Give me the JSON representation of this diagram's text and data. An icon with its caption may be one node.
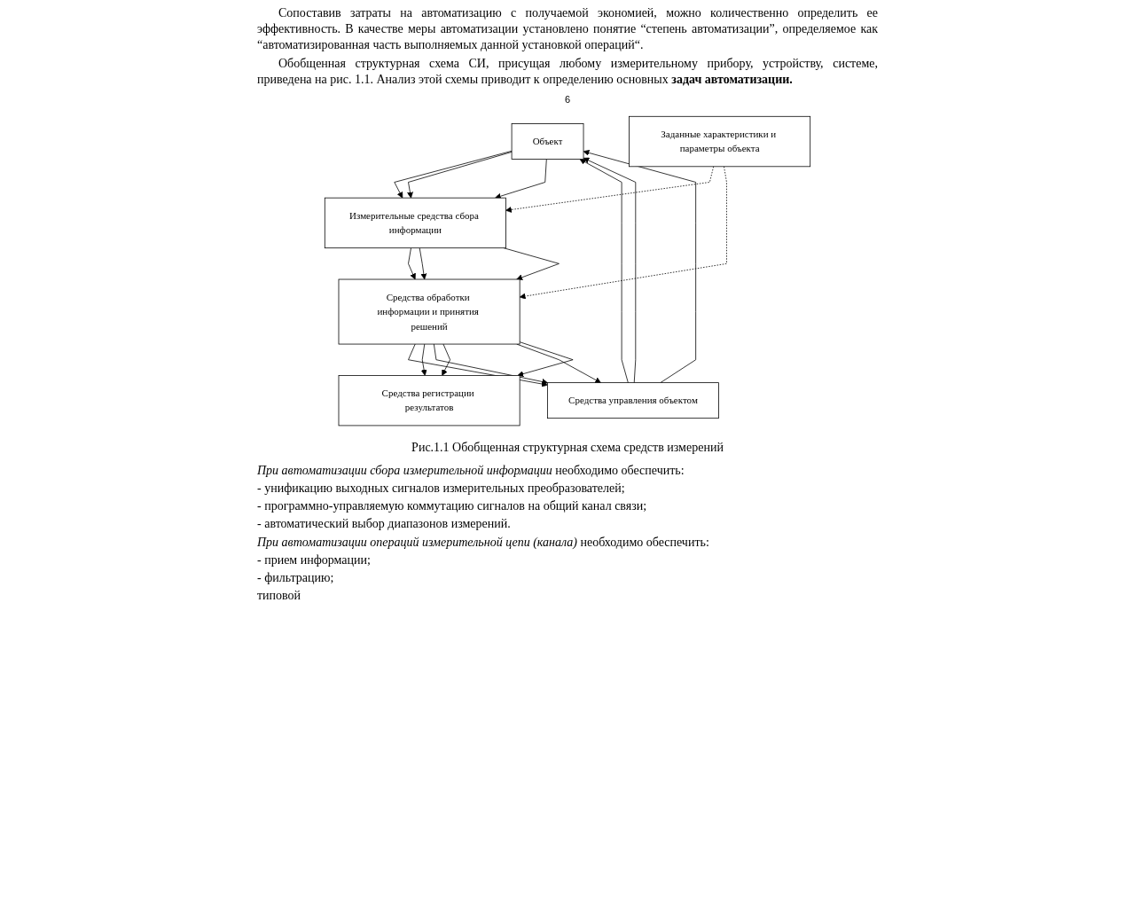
{
  "diagram": {
    "caption": "Рис.1.1 Обобщенная структурная схема средств измерений",
    "nodes": [
      {
        "text": [
          "Объект"
        ]
      },
      {
        "text": [
          "Измерительные средства сбора информации"
        ]
      },
      {
        "text": [
          "Заданные характеристики и параметры объекта"
        ]
      },
      {
        "text": [
          "Средства обработки информации и принятия решений"
        ]
      },
      {
        "text": [
          "Средства управления объектом"
        ]
      },
      {
        "text": [
          "Средства регистрации результатов"
        ]
      }
    ],
    "edges": [
      {
        "from": 0,
        "to": 1,
        "arrow": "to"
      },
      {
        "from": 0,
        "to": 1,
        "arrow": "to"
      },
      {
        "from": 0,
        "to": 1,
        "arrow": "to"
      },
      {
        "from": 1,
        "to": 3,
        "arrow": "to"
      },
      {
        "from": 1,
        "to": 3,
        "arrow": "to"
      },
      {
        "from": 1,
        "to": 3,
        "arrow": "to"
      },
      {
        "from": 2,
        "to": 1,
        "arrow": "to",
        "style": "dashed"
      },
      {
        "from": 2,
        "to": 3,
        "arrow": "to",
        "style": "dashed"
      },
      {
        "from": 4,
        "to": 0,
        "arrow": "to"
      },
      {
        "from": 4,
        "to": 0,
        "arrow": "to"
      },
      {
        "from": 4,
        "to": 0,
        "arrow": "to"
      },
      {
        "from": 3,
        "to": 4,
        "arrow": "to"
      },
      {
        "from": 3,
        "to": 5,
        "arrow": "to"
      },
      {
        "from": 3,
        "to": 4,
        "arrow": "to"
      },
      {
        "from": 3,
        "to": 5,
        "arrow": "to"
      },
      {
        "from": 3,
        "to": 4,
        "arrow": "to"
      },
      {
        "from": 3,
        "to": 5,
        "arrow": "to"
      }
    ],
    "labels": [
      "Сопоставив затраты на автоматизацию с получаемой экономией, можно количественно определить ее эффективность. В качестве меры автоматизации установлено понятие “степень автоматизации”, определяемое как “автоматизированная часть выполняемых данной установкой операций“.",
      "Обобщенная структурная схема СИ, присущая любому измерительному прибору, устройству, системе, приведена на рис. 1.1. Анализ этой схемы приводит к определению основных **задач автоматизации.**",
      "6",
      "*При автоматизации сбора измерительной информации* необходимо обеспечить:",
      "- унификацию выходных сигналов измерительных преобразователей;",
      "- программно-управляемую коммутацию сигналов на общий канал связи;",
      "- автоматический выбор диапазонов измерений.",
      "*При автоматизации операций измерительной цепи (канала)* необходимо обеспечить:",
      "- прием информации;",
      "- фильтрацию;",
      "типовой"
    ]
  }
}
